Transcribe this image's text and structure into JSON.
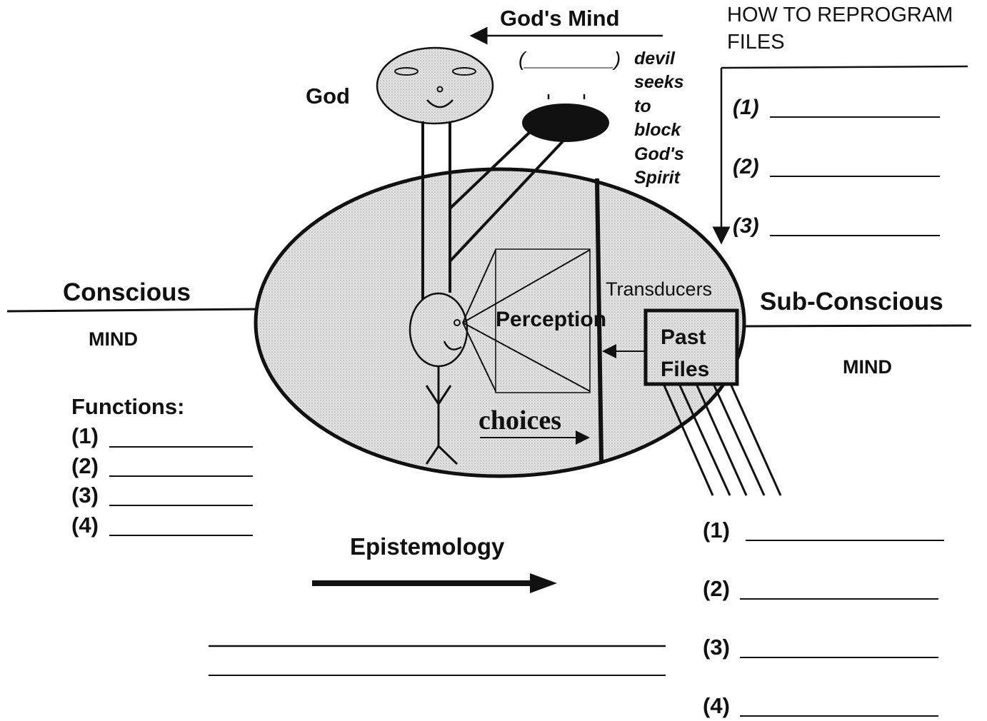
{
  "diagram": {
    "gods_mind_label": "God's Mind",
    "blank_parens": "(________)",
    "devil_note": [
      "devil",
      "seeks",
      "to",
      "block",
      "God's",
      "Spirit"
    ],
    "god_label": "God",
    "conscious_label": "Conscious",
    "conscious_mind_label": "MIND",
    "subconscious_label": "Sub-Conscious",
    "subconscious_mind_label": "MIND",
    "perception_label": "Perception",
    "transducers_label": "Transducers",
    "past_files_label": [
      "Past",
      "Files"
    ],
    "choices_label": "choices",
    "functions_label": "Functions:",
    "functions_items": [
      "(1)",
      "(2)",
      "(3)",
      "(4)"
    ],
    "reprogram_title": [
      "HOW TO REPROGRAM",
      "FILES"
    ],
    "reprogram_items": [
      "(1)",
      "(2)",
      "(3)"
    ],
    "subconscious_items": [
      "(1)",
      "(2)",
      "(3)",
      "(4)"
    ],
    "epistemology_label": "Epistemology"
  },
  "colors": {
    "ink": "#111111",
    "stipple": "#d9d9d9",
    "devil_fill": "#111111"
  }
}
